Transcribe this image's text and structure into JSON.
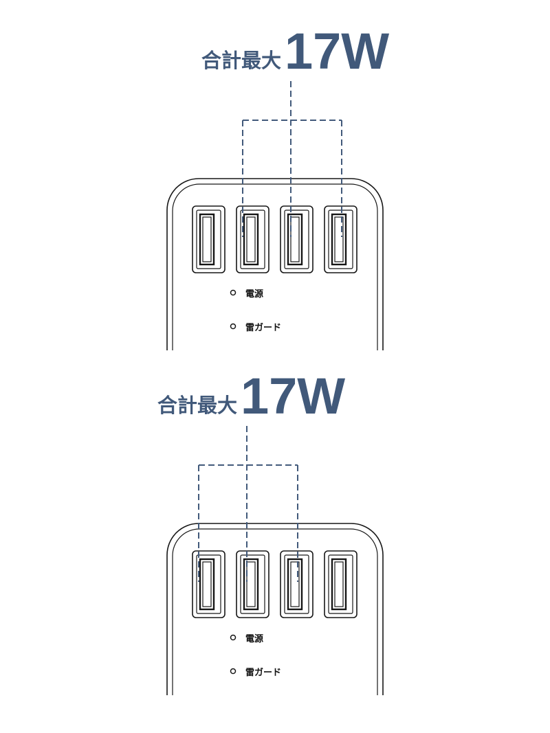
{
  "colors": {
    "accent": "#41597a",
    "outline": "#161616",
    "background": "#ffffff"
  },
  "panels": [
    {
      "label": "合計最大",
      "value": "17W",
      "port_count": 4,
      "grouped_ports": [
        2,
        3,
        4
      ],
      "indicators": [
        {
          "label": "電源",
          "icon": "led-indicator-icon"
        },
        {
          "label": "雷ガード",
          "icon": "led-indicator-icon"
        }
      ]
    },
    {
      "label": "合計最大",
      "value": "17W",
      "port_count": 4,
      "grouped_ports": [
        1,
        2,
        3
      ],
      "indicators": [
        {
          "label": "電源",
          "icon": "led-indicator-icon"
        },
        {
          "label": "雷ガード",
          "icon": "led-indicator-icon"
        }
      ]
    }
  ]
}
